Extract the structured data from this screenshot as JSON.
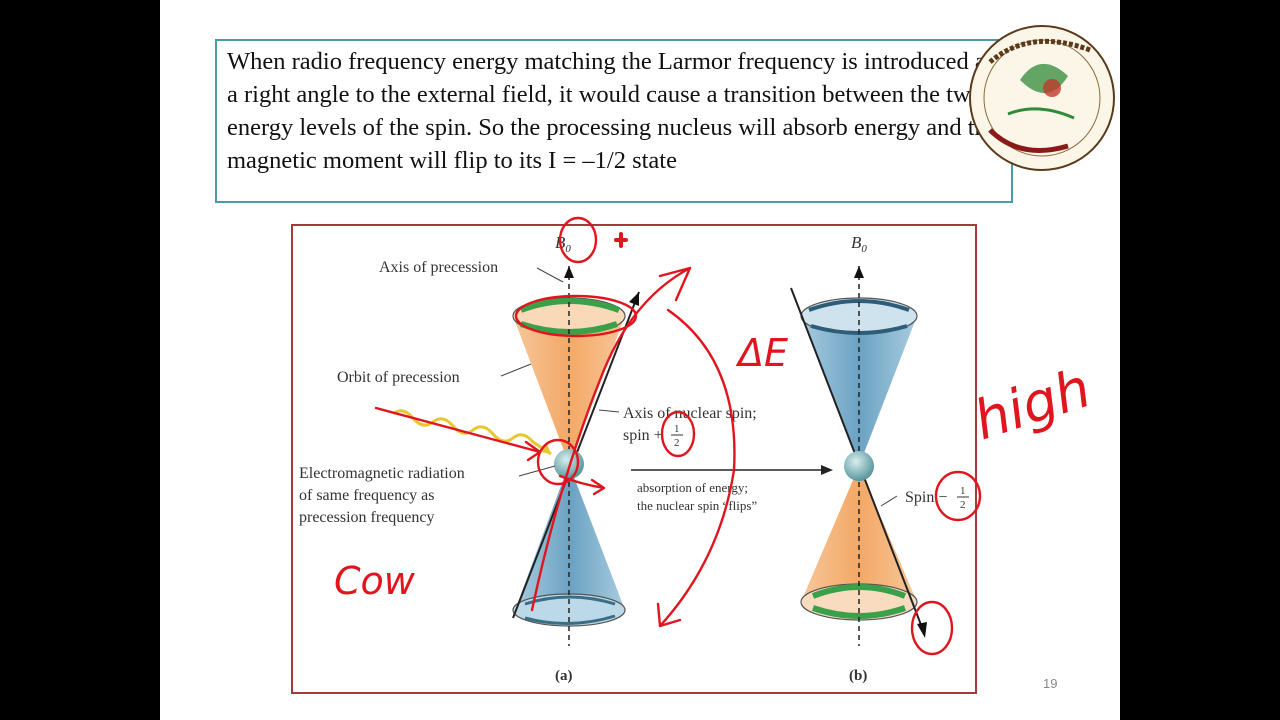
{
  "slide": {
    "paragraph": "When radio frequency energy  matching the Larmor frequency is introduced at a right angle to the external field, it would cause a transition between the two energy levels of the spin. So the processing nucleus will absorb energy and the magnetic moment will flip to its I = –1/2 state",
    "page_number": "19",
    "logo_text": "وزارة التعليم العالي والبحث العلمي كلية الصيدلة جامعة بغداد"
  },
  "figure": {
    "b0_label": "B",
    "b0_sub": "0",
    "labels": {
      "axis_of_precession": "Axis of precession",
      "orbit_of_precession": "Orbit of precession",
      "axis_of_nuclear_spin": "Axis of nuclear spin;",
      "spin_plus": "spin +",
      "em_line1": "Electromagnetic radiation",
      "em_line2": "of same frequency as",
      "em_line3": "precession frequency",
      "absorption_line1": "absorption of energy;",
      "absorption_line2": "the nuclear spin “flips”",
      "spin_minus": "Spin −",
      "half_num": "1",
      "half_den": "2",
      "panel_a": "(a)",
      "panel_b": "(b)"
    }
  },
  "annotations": {
    "delta_e": "ΔE",
    "high": "high",
    "low": "Cow"
  },
  "colors": {
    "border_textbox": "#4a9aa8",
    "border_figure": "#a5393b",
    "cone_orange": "#f4b07a",
    "cone_blue": "#7fb2cc",
    "ink_red": "#e0161e"
  }
}
